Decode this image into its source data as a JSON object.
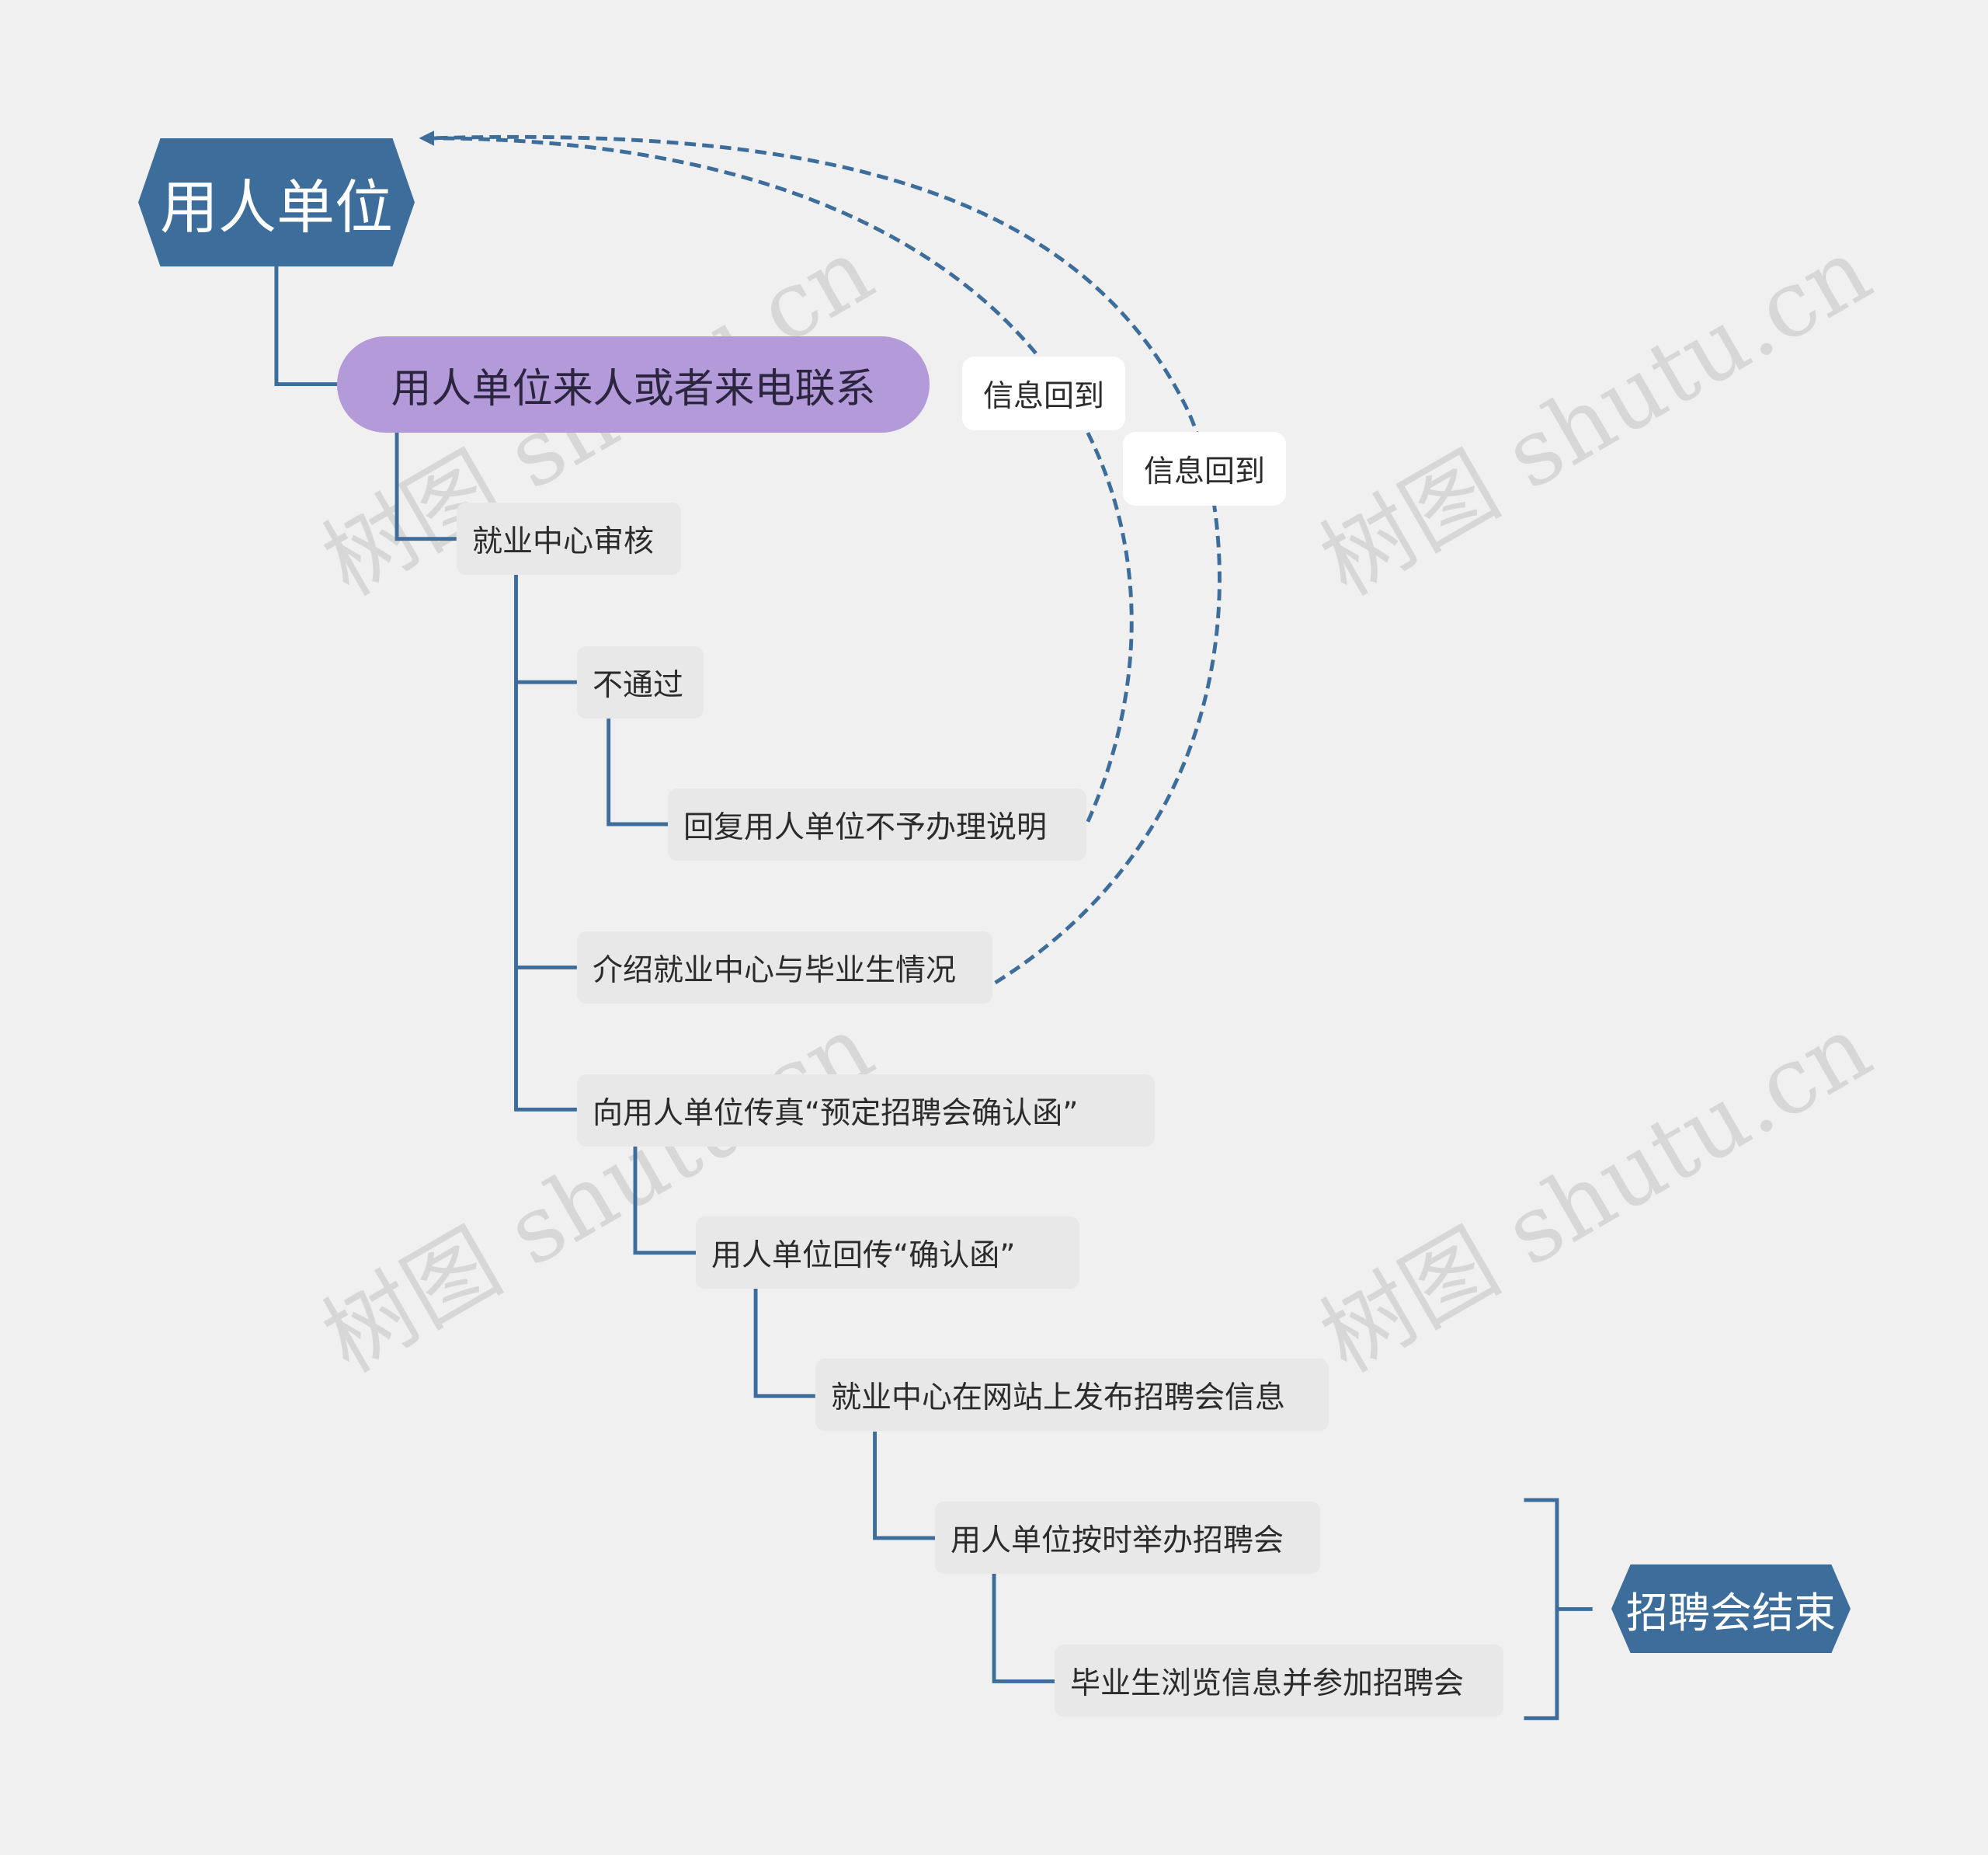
{
  "colors": {
    "background": "#f0f0f0",
    "line": "#3d6d9b",
    "hex_fill": "#3d6d9b",
    "pill_fill": "#b39ad8",
    "node_fill": "#e8e8e8",
    "label_fill": "#ffffff"
  },
  "nodes": {
    "root": "用人单位",
    "contact": "用人单位来人或者来电联系",
    "review": "就业中心审核",
    "reject": "不通过",
    "reply": "回复用人单位不予办理说明",
    "introduce": "介绍就业中心与毕业生情况",
    "fax": "向用人单位传真“预定招聘会确认函”",
    "return_fax": "用人单位回传“确认函”",
    "publish": "就业中心在网站上发布招聘会信息",
    "hold_fair": "用人单位按时举办招聘会",
    "attend": "毕业生浏览信息并参加招聘会",
    "end": "招聘会结束"
  },
  "relation_labels": {
    "reply_back": "信息回到",
    "introduce_back": "信息回到"
  },
  "watermark": "树图 shutu.cn"
}
